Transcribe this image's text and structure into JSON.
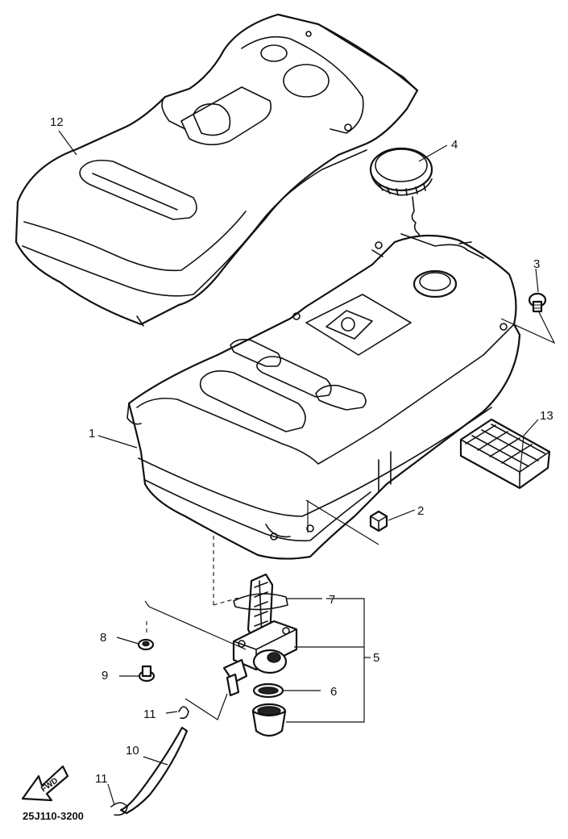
{
  "diagram": {
    "code": "25J110-3200",
    "fwd_label": "FWD",
    "callouts": [
      {
        "id": "1",
        "label": "1"
      },
      {
        "id": "2",
        "label": "2"
      },
      {
        "id": "3",
        "label": "3"
      },
      {
        "id": "4",
        "label": "4"
      },
      {
        "id": "5",
        "label": "5"
      },
      {
        "id": "6",
        "label": "6"
      },
      {
        "id": "7",
        "label": "7"
      },
      {
        "id": "8",
        "label": "8"
      },
      {
        "id": "9",
        "label": "9"
      },
      {
        "id": "10",
        "label": "10"
      },
      {
        "id": "11a",
        "label": "11"
      },
      {
        "id": "11b",
        "label": "11"
      },
      {
        "id": "12",
        "label": "12"
      },
      {
        "id": "13",
        "label": "13"
      }
    ]
  }
}
